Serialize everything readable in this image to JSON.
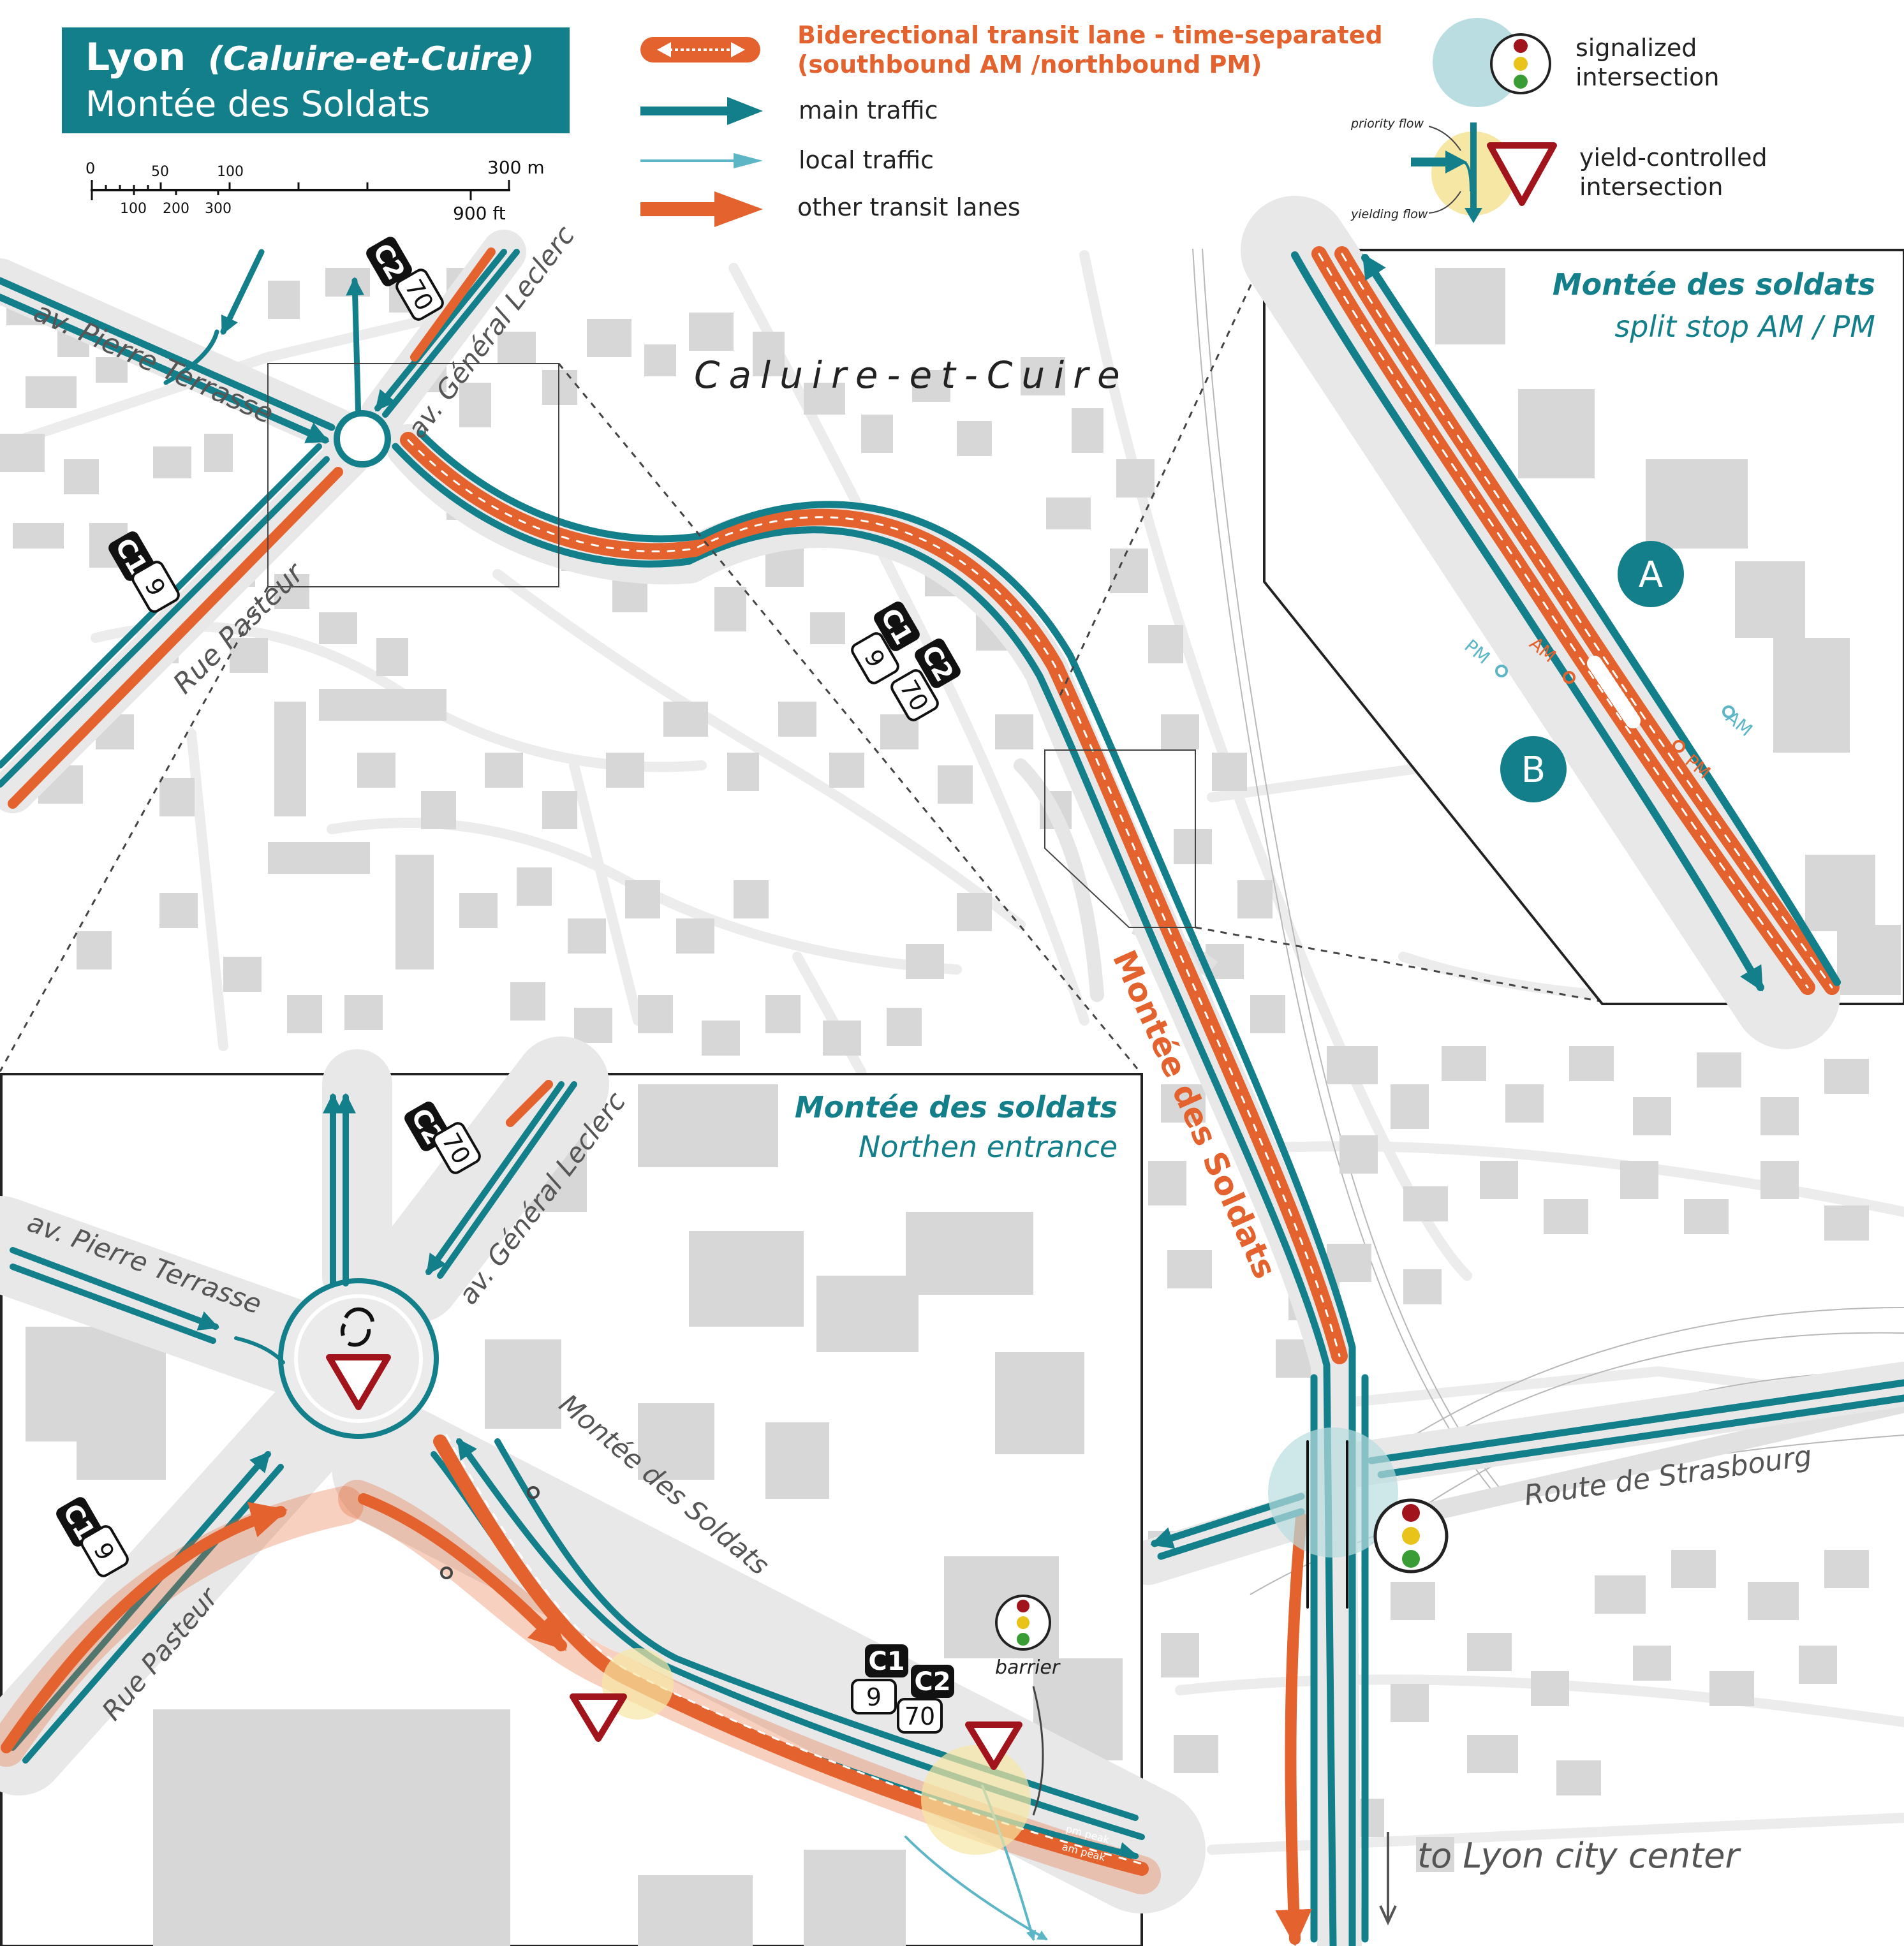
{
  "title": {
    "city": "Lyon",
    "district": "(Caluire-et-Cuire)",
    "street": "Montée des Soldats"
  },
  "scale": {
    "m_labels": [
      "0",
      "50",
      "100",
      "300 m"
    ],
    "ft_labels": [
      "100",
      "200",
      "300",
      "900 ft"
    ]
  },
  "legend": {
    "bidirectional_line1": "Biderectional transit lane - time-separated",
    "bidirectional_line2": "(southbound AM /northbound PM)",
    "main_traffic": "main traffic",
    "local_traffic": "local traffic",
    "other_transit": "other transit lanes",
    "signalized_line1": "signalized",
    "signalized_line2": "intersection",
    "yield_line1": "yield-controlled",
    "yield_line2": "intersection",
    "priority_flow": "priority flow",
    "yielding_flow": "yielding flow"
  },
  "labels": {
    "caluire": "Caluire-et-Cuire",
    "pierre_terrasse": "av. Pierre Terrasse",
    "general_leclerc": "av. Général Leclerc",
    "rue_pasteur": "Rue Pasteur",
    "montee_main": "Montée des Soldats",
    "route_strasbourg": "Route de Strasbourg",
    "to_lyon": "to Lyon city center"
  },
  "routes": {
    "c1": "C1",
    "c2": "C2",
    "r9": "9",
    "r70": "70"
  },
  "inset_top": {
    "title": "Montée des soldats",
    "subtitle": "split stop AM / PM",
    "stop_a": "A",
    "stop_b": "B",
    "pm_left": "PM",
    "am_left": "AM",
    "am_right": "AM",
    "pm_right": "PM"
  },
  "inset_bottom": {
    "title": "Montée des soldats",
    "subtitle": "Northen entrance",
    "pierre_terrasse": "av. Pierre Terrasse",
    "general_leclerc": "av. Général Leclerc",
    "montee": "Montée des Soldats",
    "rue_pasteur": "Rue Pasteur",
    "barrier": "barrier",
    "pm_peak": "pm peak",
    "am_peak": "am peak"
  },
  "colors": {
    "teal": "#137f8a",
    "orange": "#e4622d",
    "dark_red": "#a2141c",
    "light_teal": "#5db6c6",
    "title_bg": "#137f8a",
    "yield_zone": "#f7e7a4",
    "signal_zone": "#b9dde0"
  }
}
